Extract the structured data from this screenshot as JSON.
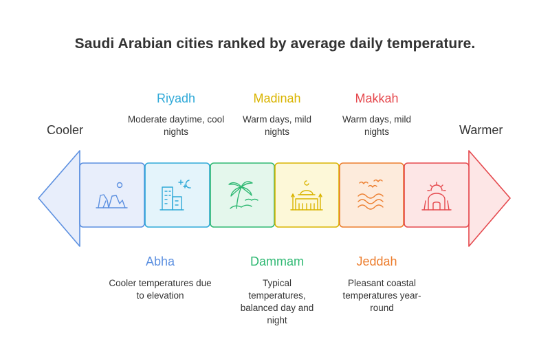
{
  "title": "Saudi Arabian cities ranked by average daily temperature.",
  "scale": {
    "low": "Cooler",
    "high": "Warmer"
  },
  "cities": [
    {
      "name": "Abha",
      "description": "Cooler temperatures due to elevation",
      "position": "below",
      "icon": "mountains-icon",
      "color": "#5b8fe0"
    },
    {
      "name": "Riyadh",
      "description": "Moderate daytime, cool nights",
      "position": "above",
      "icon": "city-night-icon",
      "color": "#2fa9d8"
    },
    {
      "name": "Dammam",
      "description": "Typical temperatures, balanced day and night",
      "position": "below",
      "icon": "palm-tree-icon",
      "color": "#2eb872"
    },
    {
      "name": "Madinah",
      "description": "Warm days, mild nights",
      "position": "above",
      "icon": "mosque-icon",
      "color": "#d9b400"
    },
    {
      "name": "Jeddah",
      "description": "Pleasant coastal temperatures year-round",
      "position": "below",
      "icon": "sea-birds-icon",
      "color": "#ec7d2d"
    },
    {
      "name": "Makkah",
      "description": "Warm days, mild nights",
      "position": "above",
      "icon": "kaaba-sun-icon",
      "color": "#e5484d"
    }
  ]
}
